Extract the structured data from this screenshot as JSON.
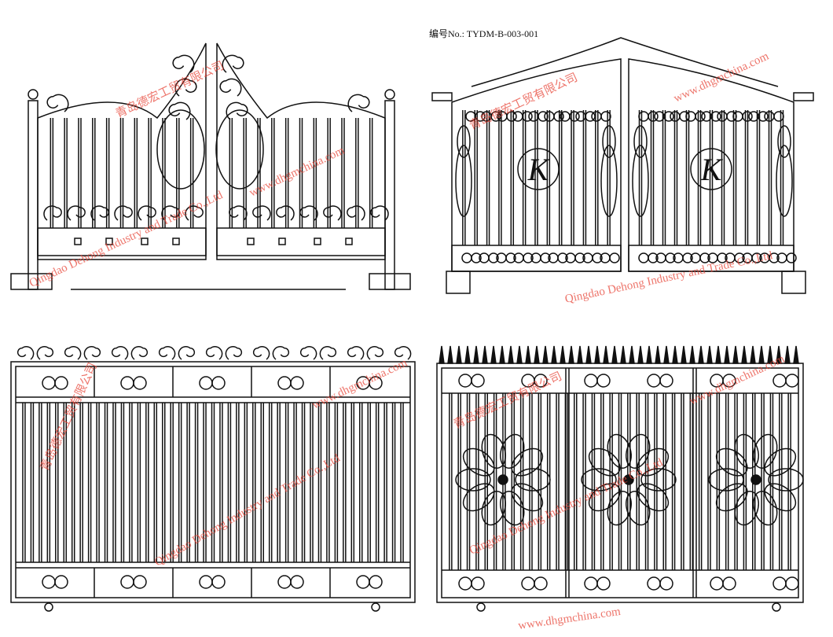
{
  "drawing_code": "编号No.: TYDM-B-003-001",
  "watermarks": {
    "company_cn": "青岛德宏工贸有限公司",
    "website": "www.dhgmchina.com",
    "company_en": "Qingdao Dehong Industry and Trade Co.,Ltd"
  },
  "gate_b_emblem_letter": "K",
  "line_color": "#111111",
  "watermark_color": "#e8473a"
}
